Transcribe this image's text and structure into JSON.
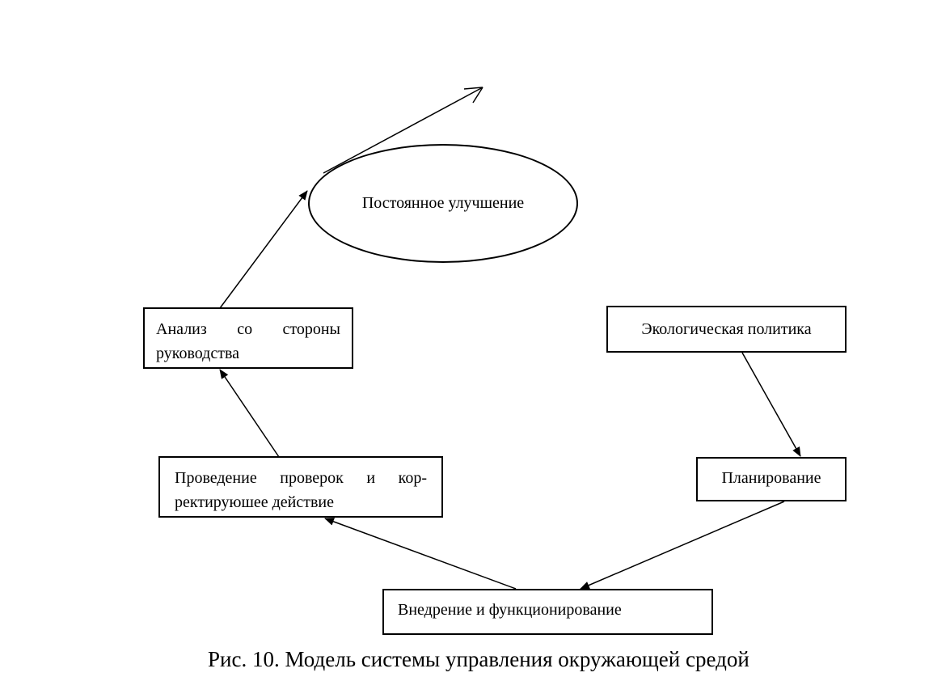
{
  "diagram": {
    "nodes": {
      "continuous_improvement": "Постоянное улучшение",
      "environmental_policy": "Экологическая политика",
      "planning": "Планирование",
      "implementation": "Внедрение и функционирование",
      "checking": "Проведение проверок и корректируюшее действие",
      "checking_line1": "Проведение проверок и кор-",
      "checking_line2": "ректируюшее действие",
      "management_review": "Анализ со стороны руководства",
      "management_review_line1": "Анализ со стороны",
      "management_review_line2": "руководства"
    },
    "edges": [
      {
        "from": "environmental_policy",
        "to": "planning"
      },
      {
        "from": "planning",
        "to": "implementation"
      },
      {
        "from": "implementation",
        "to": "checking"
      },
      {
        "from": "checking",
        "to": "management_review"
      },
      {
        "from": "management_review",
        "to": "continuous_improvement"
      },
      {
        "from": "continuous_improvement",
        "to": "outward"
      }
    ]
  },
  "caption": "Рис. 10. Модель системы управления окружающей средой"
}
